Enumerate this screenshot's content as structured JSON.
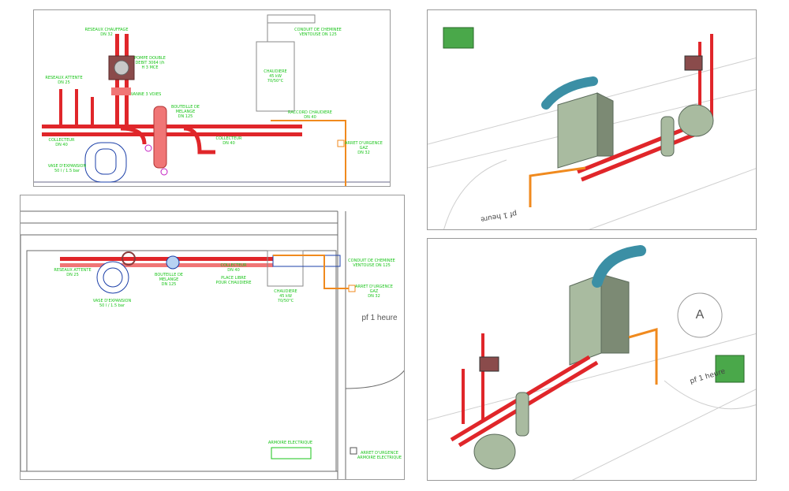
{
  "colors": {
    "pipe": "#e0262a",
    "pipe_light": "#f07676",
    "gas_pipe": "#f08a1e",
    "label": "#18c418",
    "frame": "#6a6a8a",
    "magenta": "#c21ec2",
    "boiler_3d": "#a9bba0",
    "panel_3d": "#4aa84a",
    "flue_3d": "#3b8fa5"
  },
  "top_left": {
    "reseau_chauffage": "RESEAUX CHAUFFAGE\nDN 32",
    "pompe": "POMPE DOUBLE\nDEBIT 3064 l/h\nH 3 MCE",
    "reseaux_attente": "RESEAUX ATTENTE\nDN 25",
    "vanne": "VANNE 3 VOIES",
    "bouteille": "BOUTEILLE DE MELANGE\nDN 125",
    "collecteur_left": "COLLECTEUR\nDN 40",
    "collecteur_right": "COLLECTEUR\nDN 40",
    "vase": "VASE D'EXPANSION\n50 l / 1.5 bar",
    "conduit": "CONDUIT DE CHEMINEE\nVENTOUSE DN 125",
    "chaudiere": "CHAUDIERE\n45 kW\n70/50°C",
    "raccord": "RACCORD CHAUDIERE\nDN 40",
    "arret": "ARRET D'URGENCE\nGAZ\nDN 32"
  },
  "bottom_left": {
    "reseaux_attente": "RESEAUX ATTENTE\nDN 25",
    "bouteille": "BOUTEILLE DE MELANGE\nDN 125",
    "collecteur": "COLLECTEUR\nDN 40",
    "place": "PLACE LIBRE\nPOUR CHAUDIERE",
    "vase": "VASE D'EXPANSION\n50 l / 1.5 bar",
    "chaudiere": "CHAUDIERE\n45 kW\n70/50°C",
    "conduit": "CONDUIT DE CHEMINEE\nVENTOUSE DN 125",
    "arret_gaz": "ARRET D'URGENCE\nGAZ\nDN 32",
    "pf": "pf 1 heure",
    "armoire": "ARMOIRE ELECTRIQUE",
    "arret_elec": "ARRET D'URGENCE\nARMOIRE ELECTRIQUE"
  },
  "top_right": {
    "pf": "pf 1 heure"
  },
  "bottom_right": {
    "pf": "pf 1 heure",
    "marker": "A"
  }
}
